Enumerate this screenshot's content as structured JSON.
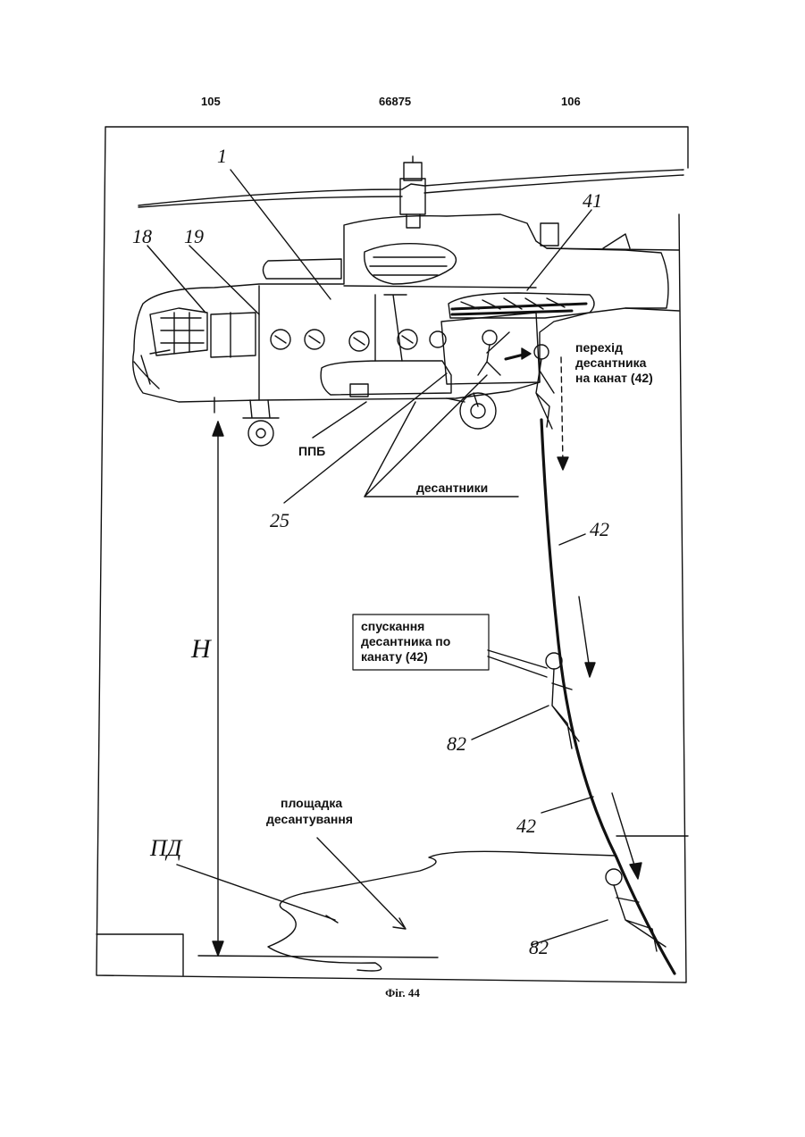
{
  "header": {
    "page_left": "105",
    "patent_number": "66875",
    "page_right": "106"
  },
  "labels": {
    "ref_1": "1",
    "ref_18": "18",
    "ref_19": "19",
    "ref_41": "41",
    "ref_25": "25",
    "ref_42_top": "42",
    "ref_42_bottom": "42",
    "ref_82_top": "82",
    "ref_82_bottom": "82",
    "ppb": "ППБ",
    "paratroopers": "десантники",
    "transition_line1": "перехід",
    "transition_line2": "десантника",
    "transition_line3": "на канат (42)",
    "descent_line1": "спускання",
    "descent_line2": "десантника по",
    "descent_line3": "канату (42)",
    "height": "H",
    "pd": "ПД",
    "site_line1": "площадка",
    "site_line2": "десантування"
  },
  "caption": "Фіг. 44"
}
